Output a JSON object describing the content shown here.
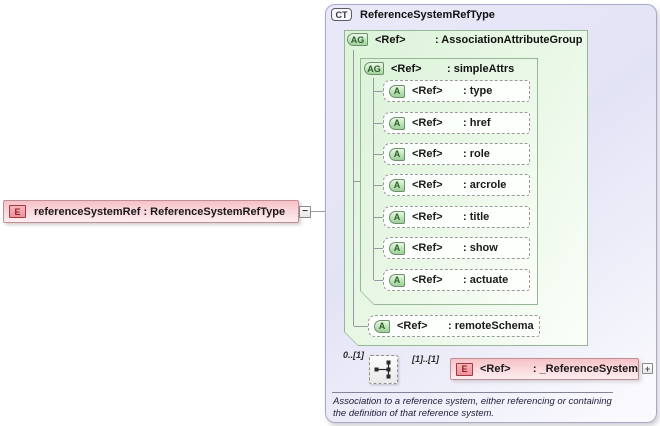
{
  "root_element": {
    "badge": "E",
    "label": "referenceSystemRef : ReferenceSystemRefType"
  },
  "connectors": {
    "collapse_glyph": "−",
    "expand_glyph": "+",
    "cardinality_left": "0..[1]",
    "cardinality_right": "[1]..[1]"
  },
  "complex_type": {
    "badge": "CT",
    "title": "ReferenceSystemRefType",
    "association_group": {
      "badge": "AG",
      "ref": "<Ref>",
      "name": ": AssociationAttributeGroup"
    },
    "simple_attrs": {
      "badge": "AG",
      "ref": "<Ref>",
      "name": ": simpleAttrs"
    },
    "attributes": [
      {
        "badge": "A",
        "ref": "<Ref>",
        "name": ": type"
      },
      {
        "badge": "A",
        "ref": "<Ref>",
        "name": ": href"
      },
      {
        "badge": "A",
        "ref": "<Ref>",
        "name": ": role"
      },
      {
        "badge": "A",
        "ref": "<Ref>",
        "name": ": arcrole"
      },
      {
        "badge": "A",
        "ref": "<Ref>",
        "name": ": title"
      },
      {
        "badge": "A",
        "ref": "<Ref>",
        "name": ": show"
      },
      {
        "badge": "A",
        "ref": "<Ref>",
        "name": ": actuate"
      }
    ],
    "remote_schema": {
      "badge": "A",
      "ref": "<Ref>",
      "name": ": remoteSchema"
    },
    "child_element": {
      "badge": "E",
      "ref": "<Ref>",
      "name": ": _ReferenceSystem"
    },
    "annotation": "Association to a reference system, either referencing or containing the definition of that reference system."
  },
  "colors": {
    "element_fill_top": "#f6c2c7",
    "element_fill_bottom": "#fdeef0",
    "element_border": "#c08f94",
    "element_badge_text": "#8f1f28",
    "group_fill": "#dcf3d9",
    "group_border": "#95b795",
    "badge_group_text": "#2e5e2e",
    "container_fill": "#e7e7f8",
    "container_border": "#a8a8c8",
    "ct_badge_text": "#33334d",
    "connector_line": "#9a9aa5"
  }
}
